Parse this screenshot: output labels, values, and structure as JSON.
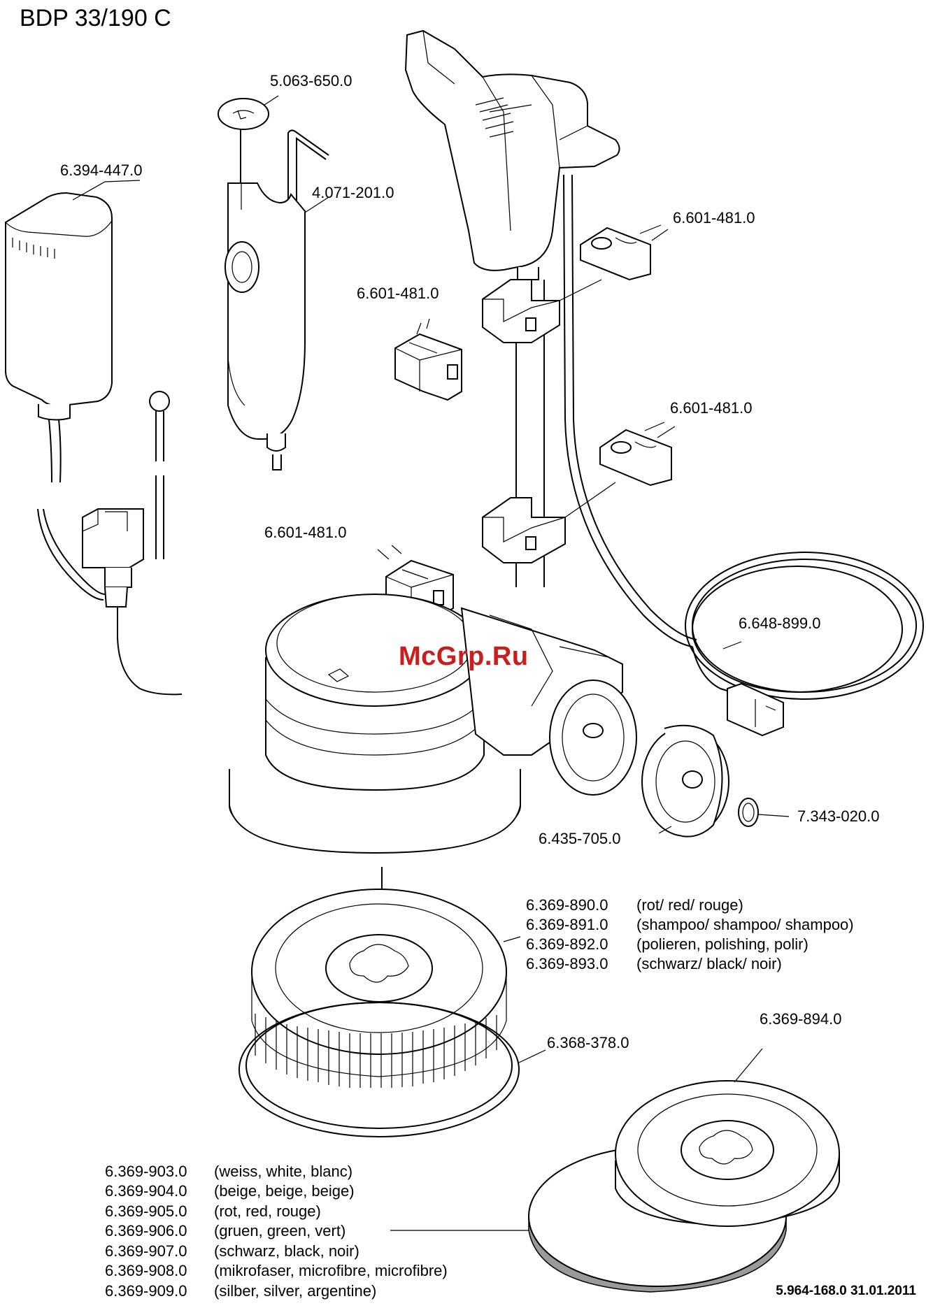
{
  "title": "BDP 33/190 C",
  "watermark": "McGrp.Ru",
  "footer": "5.964-168.0  31.01.2011",
  "labels": {
    "cap": "5.063-650.0",
    "charger": "6.394-447.0",
    "tank": "4.071-201.0",
    "clip_top_right": "6.601-481.0",
    "clip_mid_left": "6.601-481.0",
    "clip_mid_right": "6.601-481.0",
    "clip_low_left": "6.601-481.0",
    "cable": "6.648-899.0",
    "ring": "7.343-020.0",
    "wheel": "6.435-705.0",
    "guard": "6.368-378.0",
    "pad_holder": "6.369-894.0"
  },
  "brushes": [
    {
      "code": "6.369-890.0",
      "desc": "(rot/ red/ rouge)"
    },
    {
      "code": "6.369-891.0",
      "desc": "(shampoo/ shampoo/ shampoo)"
    },
    {
      "code": "6.369-892.0",
      "desc": "(polieren, polishing, polir)"
    },
    {
      "code": "6.369-893.0",
      "desc": "(schwarz/ black/ noir)"
    }
  ],
  "pads": [
    {
      "code": "6.369-903.0",
      "desc": "(weiss, white, blanc)"
    },
    {
      "code": "6.369-904.0",
      "desc": "(beige, beige, beige)"
    },
    {
      "code": "6.369-905.0",
      "desc": "(rot, red, rouge)"
    },
    {
      "code": "6.369-906.0",
      "desc": "(gruen, green, vert)"
    },
    {
      "code": "6.369-907.0",
      "desc": "(schwarz, black, noir)"
    },
    {
      "code": "6.369-908.0",
      "desc": "(mikrofaser, microfibre, microfibre)"
    },
    {
      "code": "6.369-909.0",
      "desc": "(silber, silver, argentine)"
    }
  ]
}
